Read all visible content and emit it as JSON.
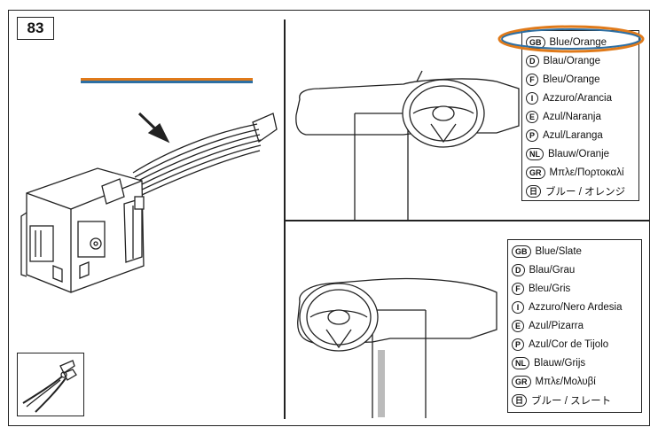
{
  "step_number": "83",
  "colors": {
    "highlight_orange": "#e07a1a",
    "highlight_blue": "#2d6fa3",
    "line": "#222222"
  },
  "icons": [
    "arrow-pointer-icon",
    "wire-cutter-icon"
  ],
  "legend_top": [
    {
      "code": "GB",
      "text": "Blue/Orange"
    },
    {
      "code": "D",
      "text": "Blau/Orange"
    },
    {
      "code": "F",
      "text": "Bleu/Orange"
    },
    {
      "code": "I",
      "text": "Azzuro/Arancia"
    },
    {
      "code": "E",
      "text": "Azul/Naranja"
    },
    {
      "code": "P",
      "text": "Azul/Laranga"
    },
    {
      "code": "NL",
      "text": "Blauw/Oranje"
    },
    {
      "code": "GR",
      "text": "Μπλε/Πορτοκαλί"
    },
    {
      "code": "日",
      "text": "ブルー / オレンジ"
    }
  ],
  "legend_bottom": [
    {
      "code": "GB",
      "text": "Blue/Slate"
    },
    {
      "code": "D",
      "text": "Blau/Grau"
    },
    {
      "code": "F",
      "text": "Bleu/Gris"
    },
    {
      "code": "I",
      "text": "Azzuro/Nero Ardesia"
    },
    {
      "code": "E",
      "text": "Azul/Pizarra"
    },
    {
      "code": "P",
      "text": "Azul/Cor de Tijolo"
    },
    {
      "code": "NL",
      "text": "Blauw/Grijs"
    },
    {
      "code": "GR",
      "text": "Μπλε/Μολυβί"
    },
    {
      "code": "日",
      "text": "ブルー / スレート"
    }
  ]
}
